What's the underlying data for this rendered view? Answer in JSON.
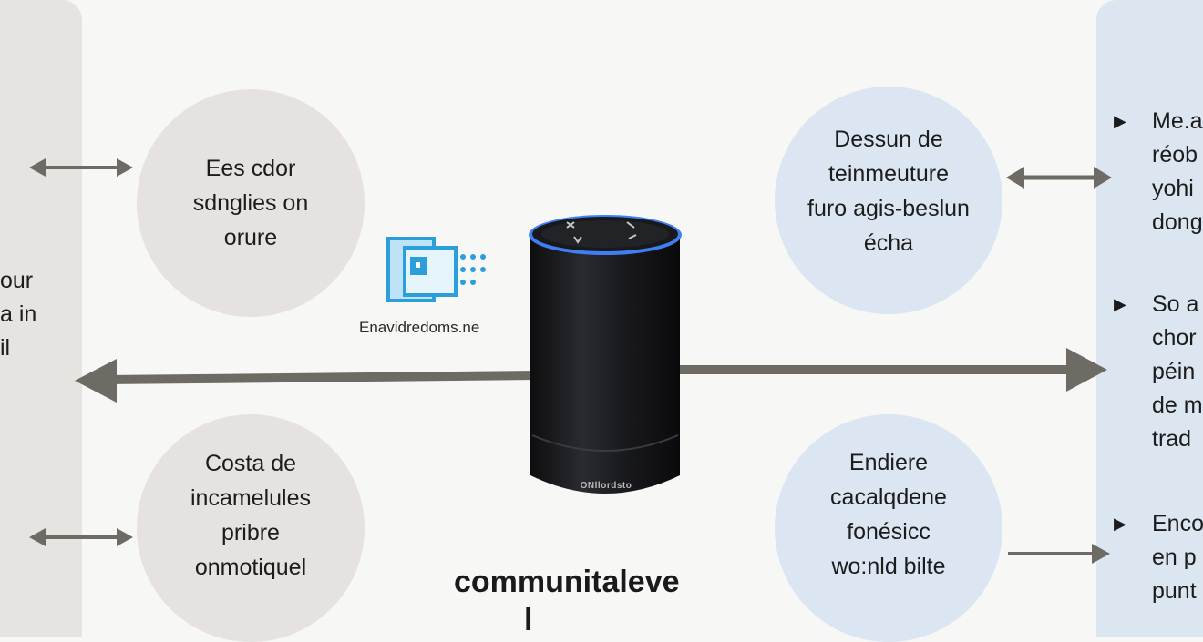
{
  "left_panel": {
    "lines": [
      "our",
      "a in",
      "il"
    ]
  },
  "right_panel": {
    "items": [
      {
        "bullet": "▶",
        "lines": [
          "Me.a",
          "réob",
          "yohi",
          "dong"
        ]
      },
      {
        "bullet": "▶",
        "lines": [
          "So a",
          "chor",
          "péin",
          "de m",
          "trad"
        ]
      },
      {
        "bullet": "▶",
        "lines": [
          "Enco",
          "en p",
          "punt"
        ]
      }
    ]
  },
  "circles": {
    "top_left": [
      "Ees cdor",
      "sdnglies on",
      "orure"
    ],
    "bottom_left": [
      "Costa de",
      "incamelules",
      "pribre",
      "onmotiquel"
    ],
    "top_right": [
      "Dessun de",
      "teinmeuture",
      "furo agis-beslun",
      "écha"
    ],
    "bottom_right": [
      "Endiere",
      "cacalqdene",
      "fonésicc",
      "wo:nld bilte"
    ]
  },
  "logo": {
    "text": "Enavidredoms.ne"
  },
  "speaker": {
    "label": "ONllordsto"
  },
  "bottom_title": "communitaleve",
  "bottom_title_2": "l",
  "colors": {
    "arrow": "#6e6a64",
    "speaker_ring": "#3f7ff2",
    "logo_blue": "#2c9fda"
  }
}
